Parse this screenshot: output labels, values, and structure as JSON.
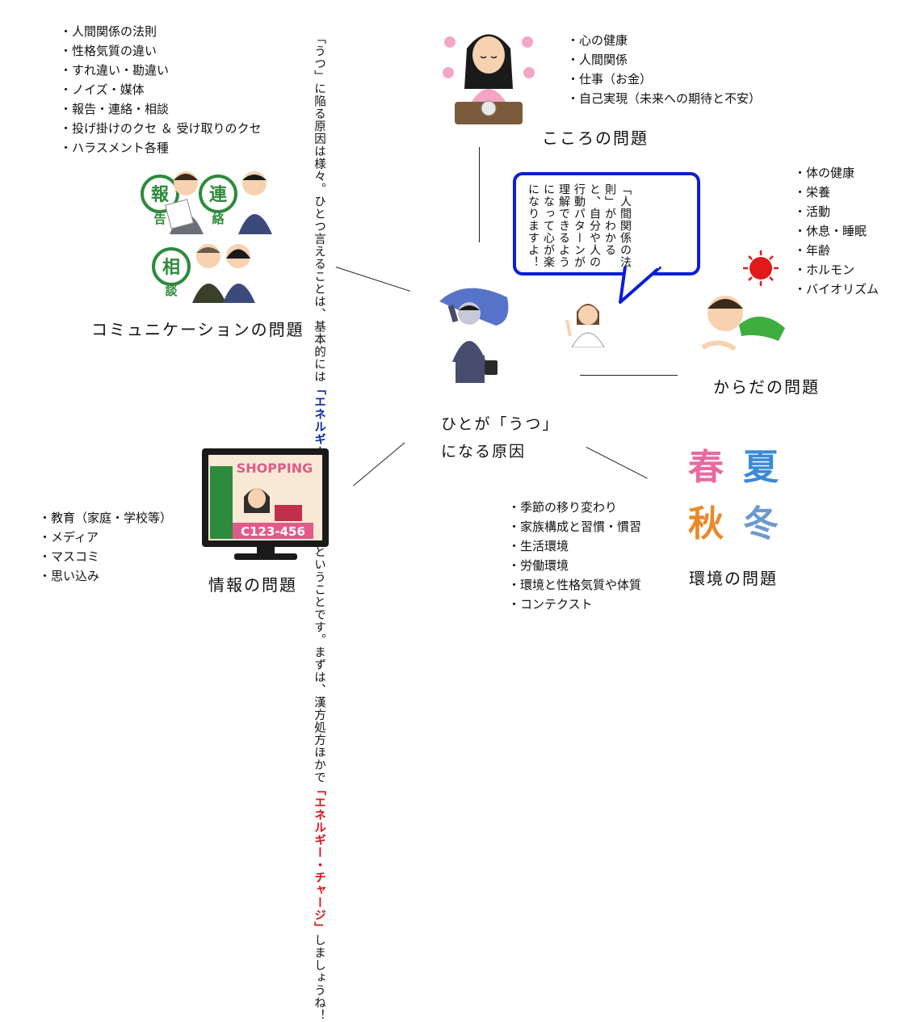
{
  "center": {
    "line1": "ひとが「うつ」",
    "line2": "になる原因"
  },
  "kokoro": {
    "title": "こころの問題",
    "items": [
      "心の健康",
      "人間関係",
      "仕事（お金）",
      "自己実現（未来への期待と不安）"
    ]
  },
  "communication": {
    "title": "コミュニケーションの問題",
    "items": [
      "人間関係の法則",
      "性格気質の違い",
      "すれ違い・勘違い",
      "ノイズ・媒体",
      "報告・連絡・相談",
      "投げ掛けのクセ ＆ 受け取りのクセ",
      "ハラスメント各種"
    ],
    "badges": [
      "報",
      "告",
      "連",
      "絡",
      "相",
      "談"
    ]
  },
  "karada": {
    "title": "からだの問題",
    "items": [
      "体の健康",
      "栄養",
      "活動",
      "休息・睡眠",
      "年齢",
      "ホルモン",
      "バイオリズム"
    ]
  },
  "joho": {
    "title": "情報の問題",
    "items": [
      "教育（家庭・学校等）",
      "メディア",
      "マスコミ",
      "思い込み"
    ],
    "tv_banner": "SHOPPING",
    "tv_phone": "C123-456"
  },
  "kankyo": {
    "title": "環境の問題",
    "items": [
      "季節の移り変わり",
      "家族構成と習慣・慣習",
      "生活環境",
      "労働環境",
      "環境と性格気質や体質",
      "コンテクスト"
    ],
    "seasons": [
      "春",
      "夏",
      "秋",
      "冬"
    ]
  },
  "note": {
    "p1": "「うつ」に陥る原因は様々。ひとつ言えることは、基本的には",
    "blue": "「エネルギー不足」",
    "p2": "な状態だということです。まずは、漢方処方ほかで",
    "red": "「エネルギー・チャージ」",
    "p3": "しましょうね！"
  },
  "bubble": {
    "text": "「人間関係の法則」がわかると、自分や人の行動パターンが理解できるようになって心が楽になりますよ！"
  }
}
